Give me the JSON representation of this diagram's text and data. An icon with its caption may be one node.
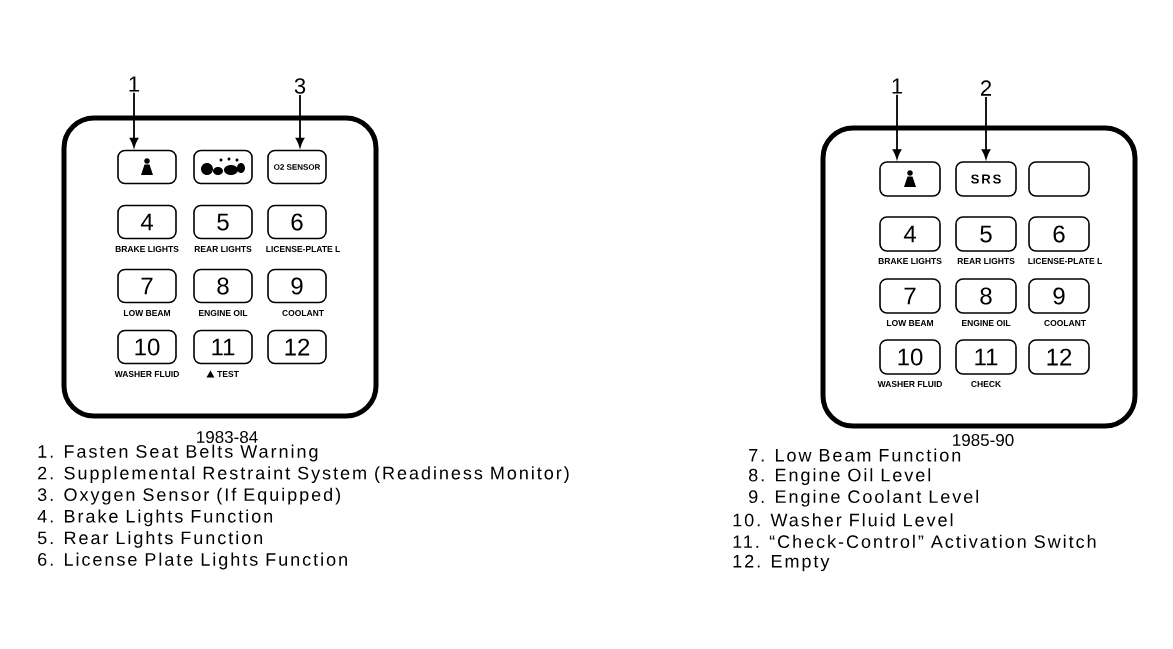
{
  "diagram": {
    "nodes": [
      {
        "text": [
          "1"
        ]
      },
      {
        "text": [
          "3"
        ]
      },
      {
        "text": [],
        "shape": "box",
        "beside": [
          "1983-84"
        ]
      },
      {
        "text": [],
        "shape": "box",
        "in": 2
      },
      {
        "text": [],
        "shape": "box",
        "in": 2
      },
      {
        "text": [
          "O2 SENSOR"
        ],
        "in": 2
      },
      {
        "text": [
          "4"
        ],
        "in": 2,
        "beside": [
          "BRAKE LIGHTS"
        ]
      },
      {
        "text": [
          "5"
        ],
        "in": 2,
        "beside": [
          "REAR LIGHTS"
        ]
      },
      {
        "text": [
          "6"
        ],
        "in": 2,
        "beside": [
          "LICENSE-PLATE L"
        ]
      },
      {
        "text": [
          "7"
        ],
        "in": 2,
        "beside": [
          "LOW BEAM"
        ]
      },
      {
        "text": [
          "8"
        ],
        "in": 2,
        "beside": [
          "ENGINE OIL"
        ]
      },
      {
        "text": [
          "9"
        ],
        "in": 2,
        "beside": [
          "COOLANT"
        ]
      },
      {
        "text": [
          "10"
        ],
        "in": 2,
        "beside": [
          "WASHER FLUID"
        ]
      },
      {
        "text": [
          "11"
        ],
        "in": 2,
        "beside": [
          "TEST"
        ]
      },
      {
        "text": [
          "12"
        ],
        "in": 2
      },
      {
        "text": [
          "1"
        ]
      },
      {
        "text": [
          "2"
        ]
      },
      {
        "text": [],
        "shape": "box",
        "beside": [
          "1985-90"
        ]
      },
      {
        "text": [],
        "shape": "box",
        "in": 17
      },
      {
        "text": [
          "SRS"
        ],
        "in": 17
      },
      {
        "text": [],
        "shape": "box",
        "in": 17
      },
      {
        "text": [
          "4"
        ],
        "in": 17,
        "beside": [
          "BRAKE LIGHTS"
        ]
      },
      {
        "text": [
          "5"
        ],
        "in": 17,
        "beside": [
          "REAR LIGHTS"
        ]
      },
      {
        "text": [
          "6"
        ],
        "in": 17,
        "beside": [
          "LICENSE-PLATE L"
        ]
      },
      {
        "text": [
          "7"
        ],
        "in": 17,
        "beside": [
          "LOW BEAM"
        ]
      },
      {
        "text": [
          "8"
        ],
        "in": 17,
        "beside": [
          "ENGINE OIL"
        ]
      },
      {
        "text": [
          "9"
        ],
        "in": 17,
        "beside": [
          "COOLANT"
        ]
      },
      {
        "text": [
          "10"
        ],
        "in": 17,
        "beside": [
          "WASHER FLUID"
        ]
      },
      {
        "text": [
          "11"
        ],
        "in": 17,
        "beside": [
          "CHECK"
        ]
      },
      {
        "text": [
          "12"
        ],
        "in": 17
      }
    ],
    "edges": [
      {
        "from": 0,
        "to": 3,
        "arrow": "to"
      },
      {
        "from": 1,
        "to": 5,
        "arrow": "to"
      },
      {
        "from": 15,
        "to": 18,
        "arrow": "to"
      },
      {
        "from": 16,
        "to": 19,
        "arrow": "to"
      }
    ],
    "labels": [
      "1. Fasten Seat Belts Warning",
      "2. Supplemental Restraint System (Readiness Monitor)",
      "3. Oxygen Sensor (If Equipped)",
      "4. Brake Lights Function",
      "5. Rear Lights Function",
      "6. License Plate Lights Function",
      "7. Low Beam Function",
      "8. Engine Oil Level",
      "9. Engine Coolant Level",
      "10. Washer Fluid Level",
      "11. “Check-Control” Activation Switch",
      "12. Empty"
    ]
  }
}
